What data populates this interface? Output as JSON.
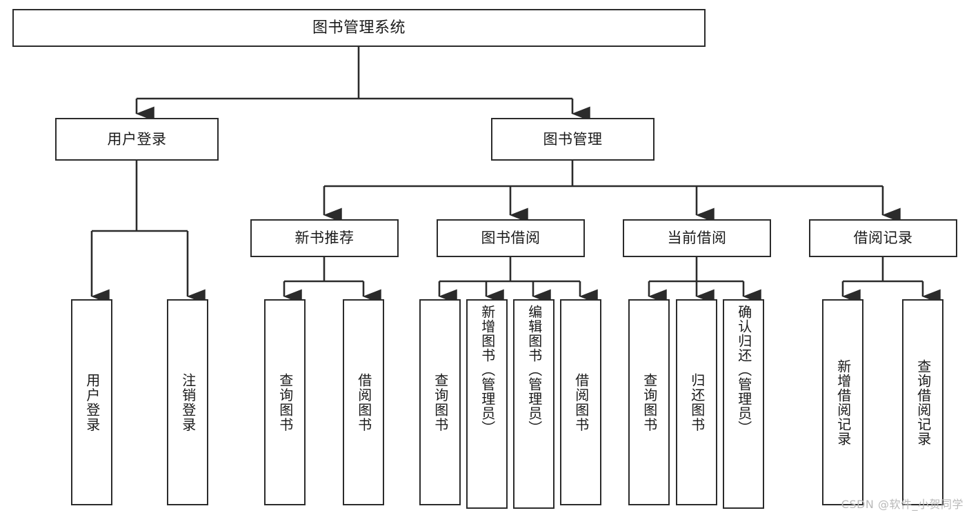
{
  "diagram": {
    "title": "图书管理系统",
    "type": "tree",
    "watermark": "CSDN @软件_小贺同学",
    "colors": {
      "stroke": "#2b2b2b",
      "fill": "#ffffff",
      "text": "#1a1a1a",
      "watermark": "#b9b9b9"
    },
    "nodes": {
      "root": {
        "label": "图书管理系统"
      },
      "level1": [
        {
          "id": "user-login",
          "label": "用户登录"
        },
        {
          "id": "book-manage",
          "label": "图书管理"
        }
      ],
      "level2": [
        {
          "id": "new-book-recommend",
          "label": "新书推荐"
        },
        {
          "id": "book-borrow",
          "label": "图书借阅"
        },
        {
          "id": "current-borrow",
          "label": "当前借阅"
        },
        {
          "id": "borrow-record",
          "label": "借阅记录"
        }
      ],
      "leaves": {
        "user-login": [
          {
            "id": "leaf-user-login",
            "label": "用户登录"
          },
          {
            "id": "leaf-logout",
            "label": "注销登录"
          }
        ],
        "new-book-recommend": [
          {
            "id": "leaf-query-book-1",
            "label": "查询图书"
          },
          {
            "id": "leaf-borrow-book-1",
            "label": "借阅图书"
          }
        ],
        "book-borrow": [
          {
            "id": "leaf-query-book-2",
            "label": "查询图书"
          },
          {
            "id": "leaf-add-book",
            "label": "新增图书（管理员）"
          },
          {
            "id": "leaf-edit-book",
            "label": "编辑图书（管理员）"
          },
          {
            "id": "leaf-borrow-book-2",
            "label": "借阅图书"
          }
        ],
        "current-borrow": [
          {
            "id": "leaf-query-book-3",
            "label": "查询图书"
          },
          {
            "id": "leaf-return-book",
            "label": "归还图书"
          },
          {
            "id": "leaf-confirm-return",
            "label": "确认归还（管理员）"
          }
        ],
        "borrow-record": [
          {
            "id": "leaf-add-record",
            "label": "新增借阅记录"
          },
          {
            "id": "leaf-query-record",
            "label": "查询借阅记录"
          }
        ]
      }
    }
  }
}
